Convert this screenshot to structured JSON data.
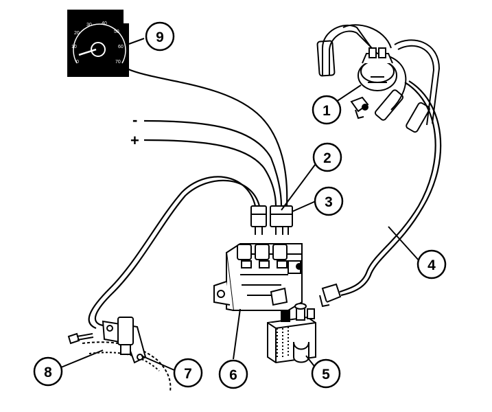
{
  "callouts": [
    {
      "id": "1",
      "label": "1"
    },
    {
      "id": "2",
      "label": "2"
    },
    {
      "id": "3",
      "label": "3"
    },
    {
      "id": "4",
      "label": "4"
    },
    {
      "id": "5",
      "label": "5"
    },
    {
      "id": "6",
      "label": "6"
    },
    {
      "id": "7",
      "label": "7"
    },
    {
      "id": "8",
      "label": "8"
    },
    {
      "id": "9",
      "label": "9"
    }
  ],
  "polarity": {
    "negative": "-",
    "positive": "+"
  },
  "tachometer": {
    "ticks": [
      "0",
      "10",
      "20",
      "30",
      "40",
      "50",
      "60",
      "70"
    ]
  },
  "colors": {
    "ink": "#000000",
    "paper": "#ffffff"
  }
}
